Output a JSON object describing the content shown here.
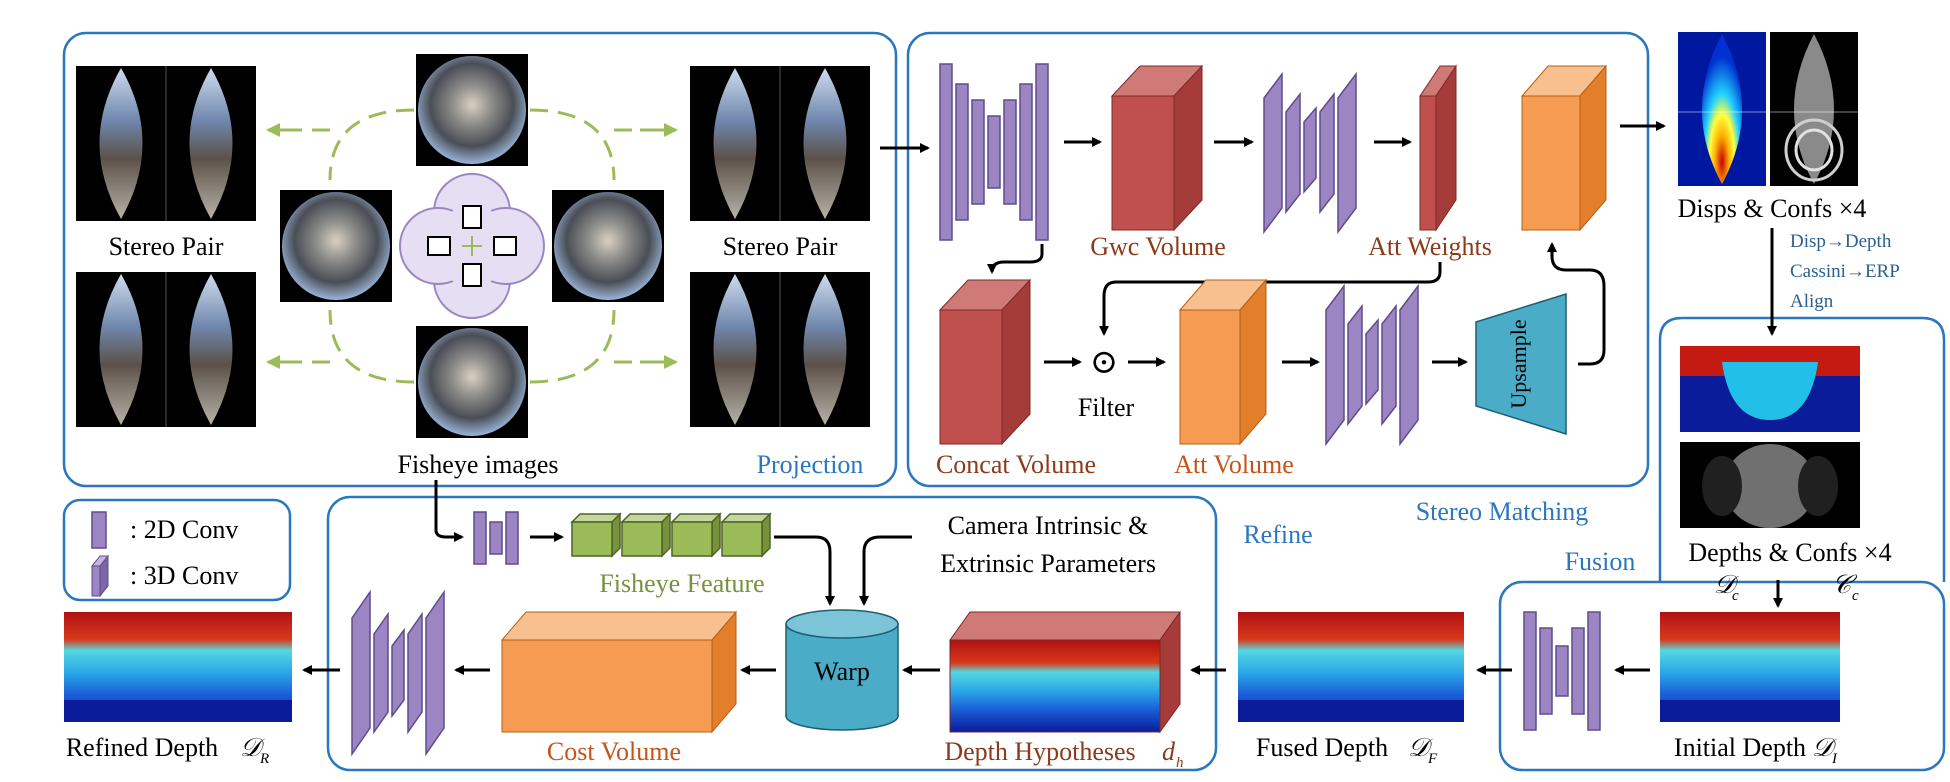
{
  "colors": {
    "panel_border": "#2b77bf",
    "panel_label": "#2b77bf",
    "conv2d": "#9b86c3",
    "conv3d_front": "#9b86c3",
    "red_volume": "#c0504d",
    "orange_volume": "#f59b52",
    "green_feature": "#9bbb59",
    "warp": "#4aacc6",
    "upsample": "#4aacc6",
    "green_dashed": "#9bbb59",
    "brown_text": "#8b3a1a",
    "orange_text": "#c5541a",
    "green_text": "#76923c",
    "note_text": "#2b5f8f"
  },
  "panels": {
    "projection": "Projection",
    "stereo_matching": "Stereo Matching",
    "refine": "Refine",
    "fusion": "Fusion"
  },
  "projection": {
    "stereo_pair_left": "Stereo Pair",
    "stereo_pair_right": "Stereo Pair",
    "fisheye_images": "Fisheye images"
  },
  "stereo": {
    "gwc_volume": "Gwc Volume",
    "att_weights": "Att Weights",
    "concat_volume": "Concat Volume",
    "filter": "Filter",
    "filter_symbol": "⊙",
    "att_volume": "Att Volume",
    "upsample": "Upsample"
  },
  "outputs": {
    "disps_confs": "Disps & Confs ×4",
    "notes": [
      "Disp→Depth",
      "Cassini→ERP",
      "Align"
    ],
    "depths_confs": "Depths & Confs ×4",
    "dc_symbol": "𝒟",
    "dc_sub": "c",
    "cc_symbol": "𝒞",
    "cc_sub": "c"
  },
  "legend": {
    "conv2d": ": 2D Conv",
    "conv3d": ": 3D Conv"
  },
  "refine": {
    "camera_params_line1": "Camera Intrinsic &",
    "camera_params_line2": "Extrinsic Parameters",
    "fisheye_feature": "Fisheye Feature",
    "warp": "Warp",
    "cost_volume": "Cost Volume",
    "depth_hypotheses": "Depth Hypotheses",
    "dh_symbol": "d",
    "dh_sub": "h"
  },
  "bottom": {
    "refined_depth": "Refined Depth",
    "refined_symbol": "𝒟",
    "refined_sub": "R",
    "fused_depth": "Fused Depth",
    "fused_symbol": "𝒟",
    "fused_sub": "F",
    "initial_depth": "Initial Depth",
    "initial_symbol": "𝒟",
    "initial_sub": "I"
  }
}
